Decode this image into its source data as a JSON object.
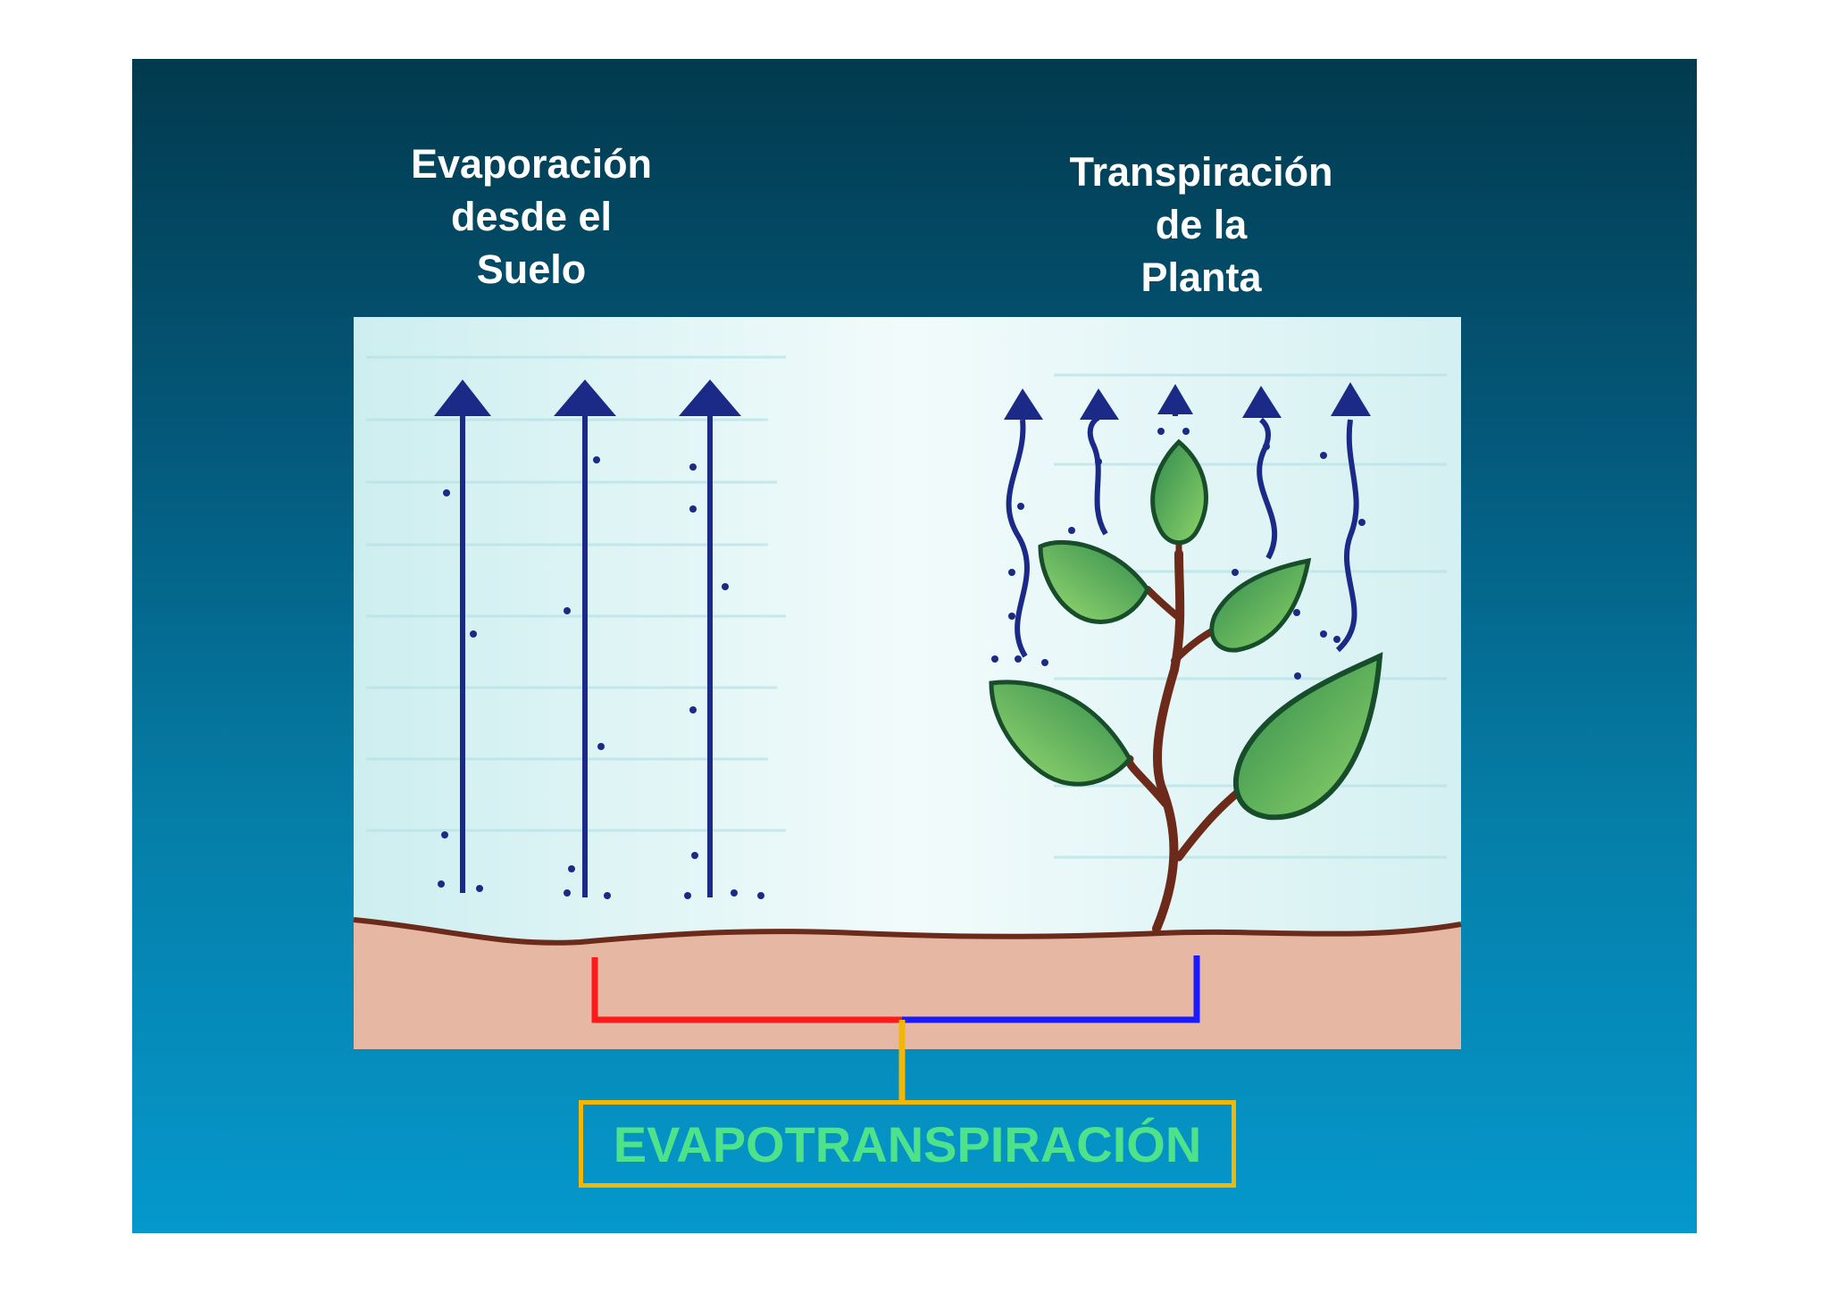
{
  "labels": {
    "evaporation": [
      "Evaporación",
      "desde el",
      "Suelo"
    ],
    "transpiration": [
      "Transpiración",
      "de la",
      "Planta"
    ]
  },
  "result": {
    "text": "EVAPOTRANSPIRACIÓN"
  },
  "colors": {
    "background_top": "#023a4e",
    "background_bottom": "#0598cc",
    "sky": "#dff3f5",
    "soil": "#e6b8a4",
    "arrows": "#1b2a86",
    "stem": "#6b2a1a",
    "leaf_dark": "#2f8a4c",
    "leaf_light": "#8ed46a",
    "bracket_evaporation": "#ff1a1a",
    "bracket_transpiration": "#1a1aff",
    "connector": "#f2b705",
    "result_text": "#4ee38b"
  },
  "icons": {
    "straight_arrows": "evaporation-arrow-icon",
    "wavy_arrows": "transpiration-arrow-icon",
    "plant": "plant-icon"
  }
}
